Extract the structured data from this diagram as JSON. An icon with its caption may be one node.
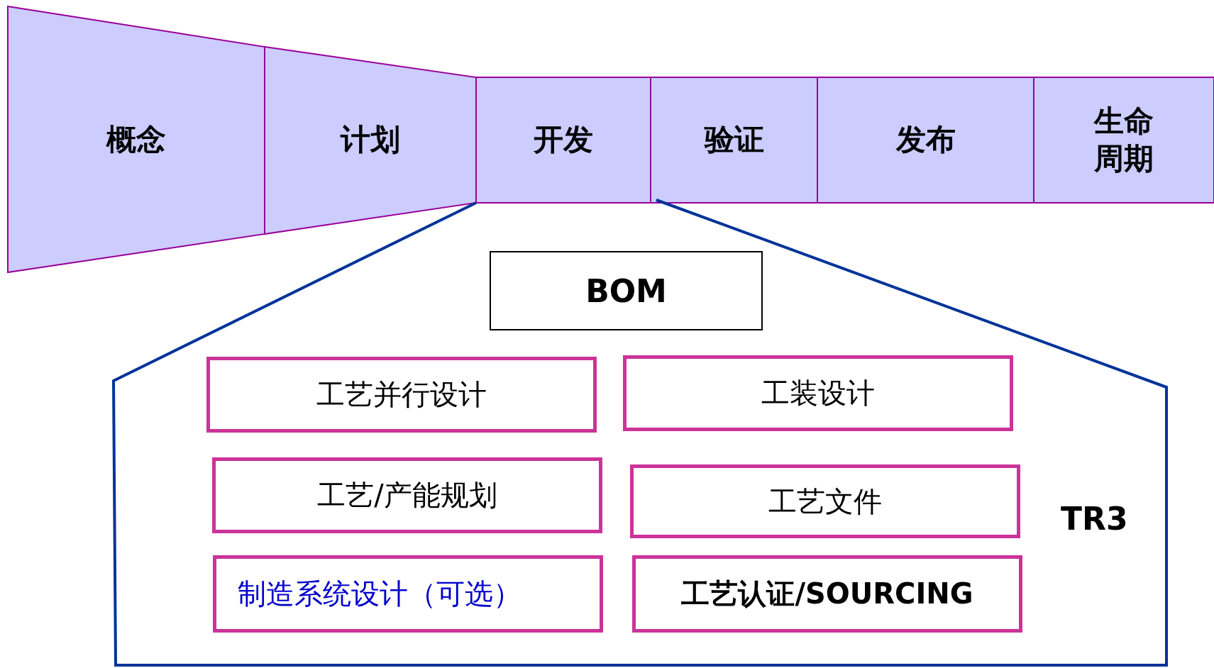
{
  "diagram": {
    "nodes": [
      {
        "text": [
          "概念"
        ]
      },
      {
        "text": [
          "计划"
        ]
      },
      {
        "text": [
          "开发"
        ]
      },
      {
        "text": [
          "验证"
        ]
      },
      {
        "text": [
          "发布"
        ]
      },
      {
        "text": [
          "生命周期"
        ]
      },
      {
        "text": [],
        "shape": "pentagon"
      },
      {
        "text": [
          "BOM"
        ],
        "in": 6
      },
      {
        "text": [
          "工艺并行设计"
        ],
        "in": 6
      },
      {
        "text": [
          "工装设计"
        ],
        "in": 6
      },
      {
        "text": [
          "工艺/产能规划"
        ],
        "in": 6
      },
      {
        "text": [
          "工艺文件"
        ],
        "in": 6
      },
      {
        "text": [
          "制造系统设计（可选）"
        ],
        "in": 6
      },
      {
        "text": [
          "工艺认证/SOURCING"
        ],
        "in": 6
      }
    ],
    "edges": [],
    "labels": [
      "TR3"
    ]
  }
}
